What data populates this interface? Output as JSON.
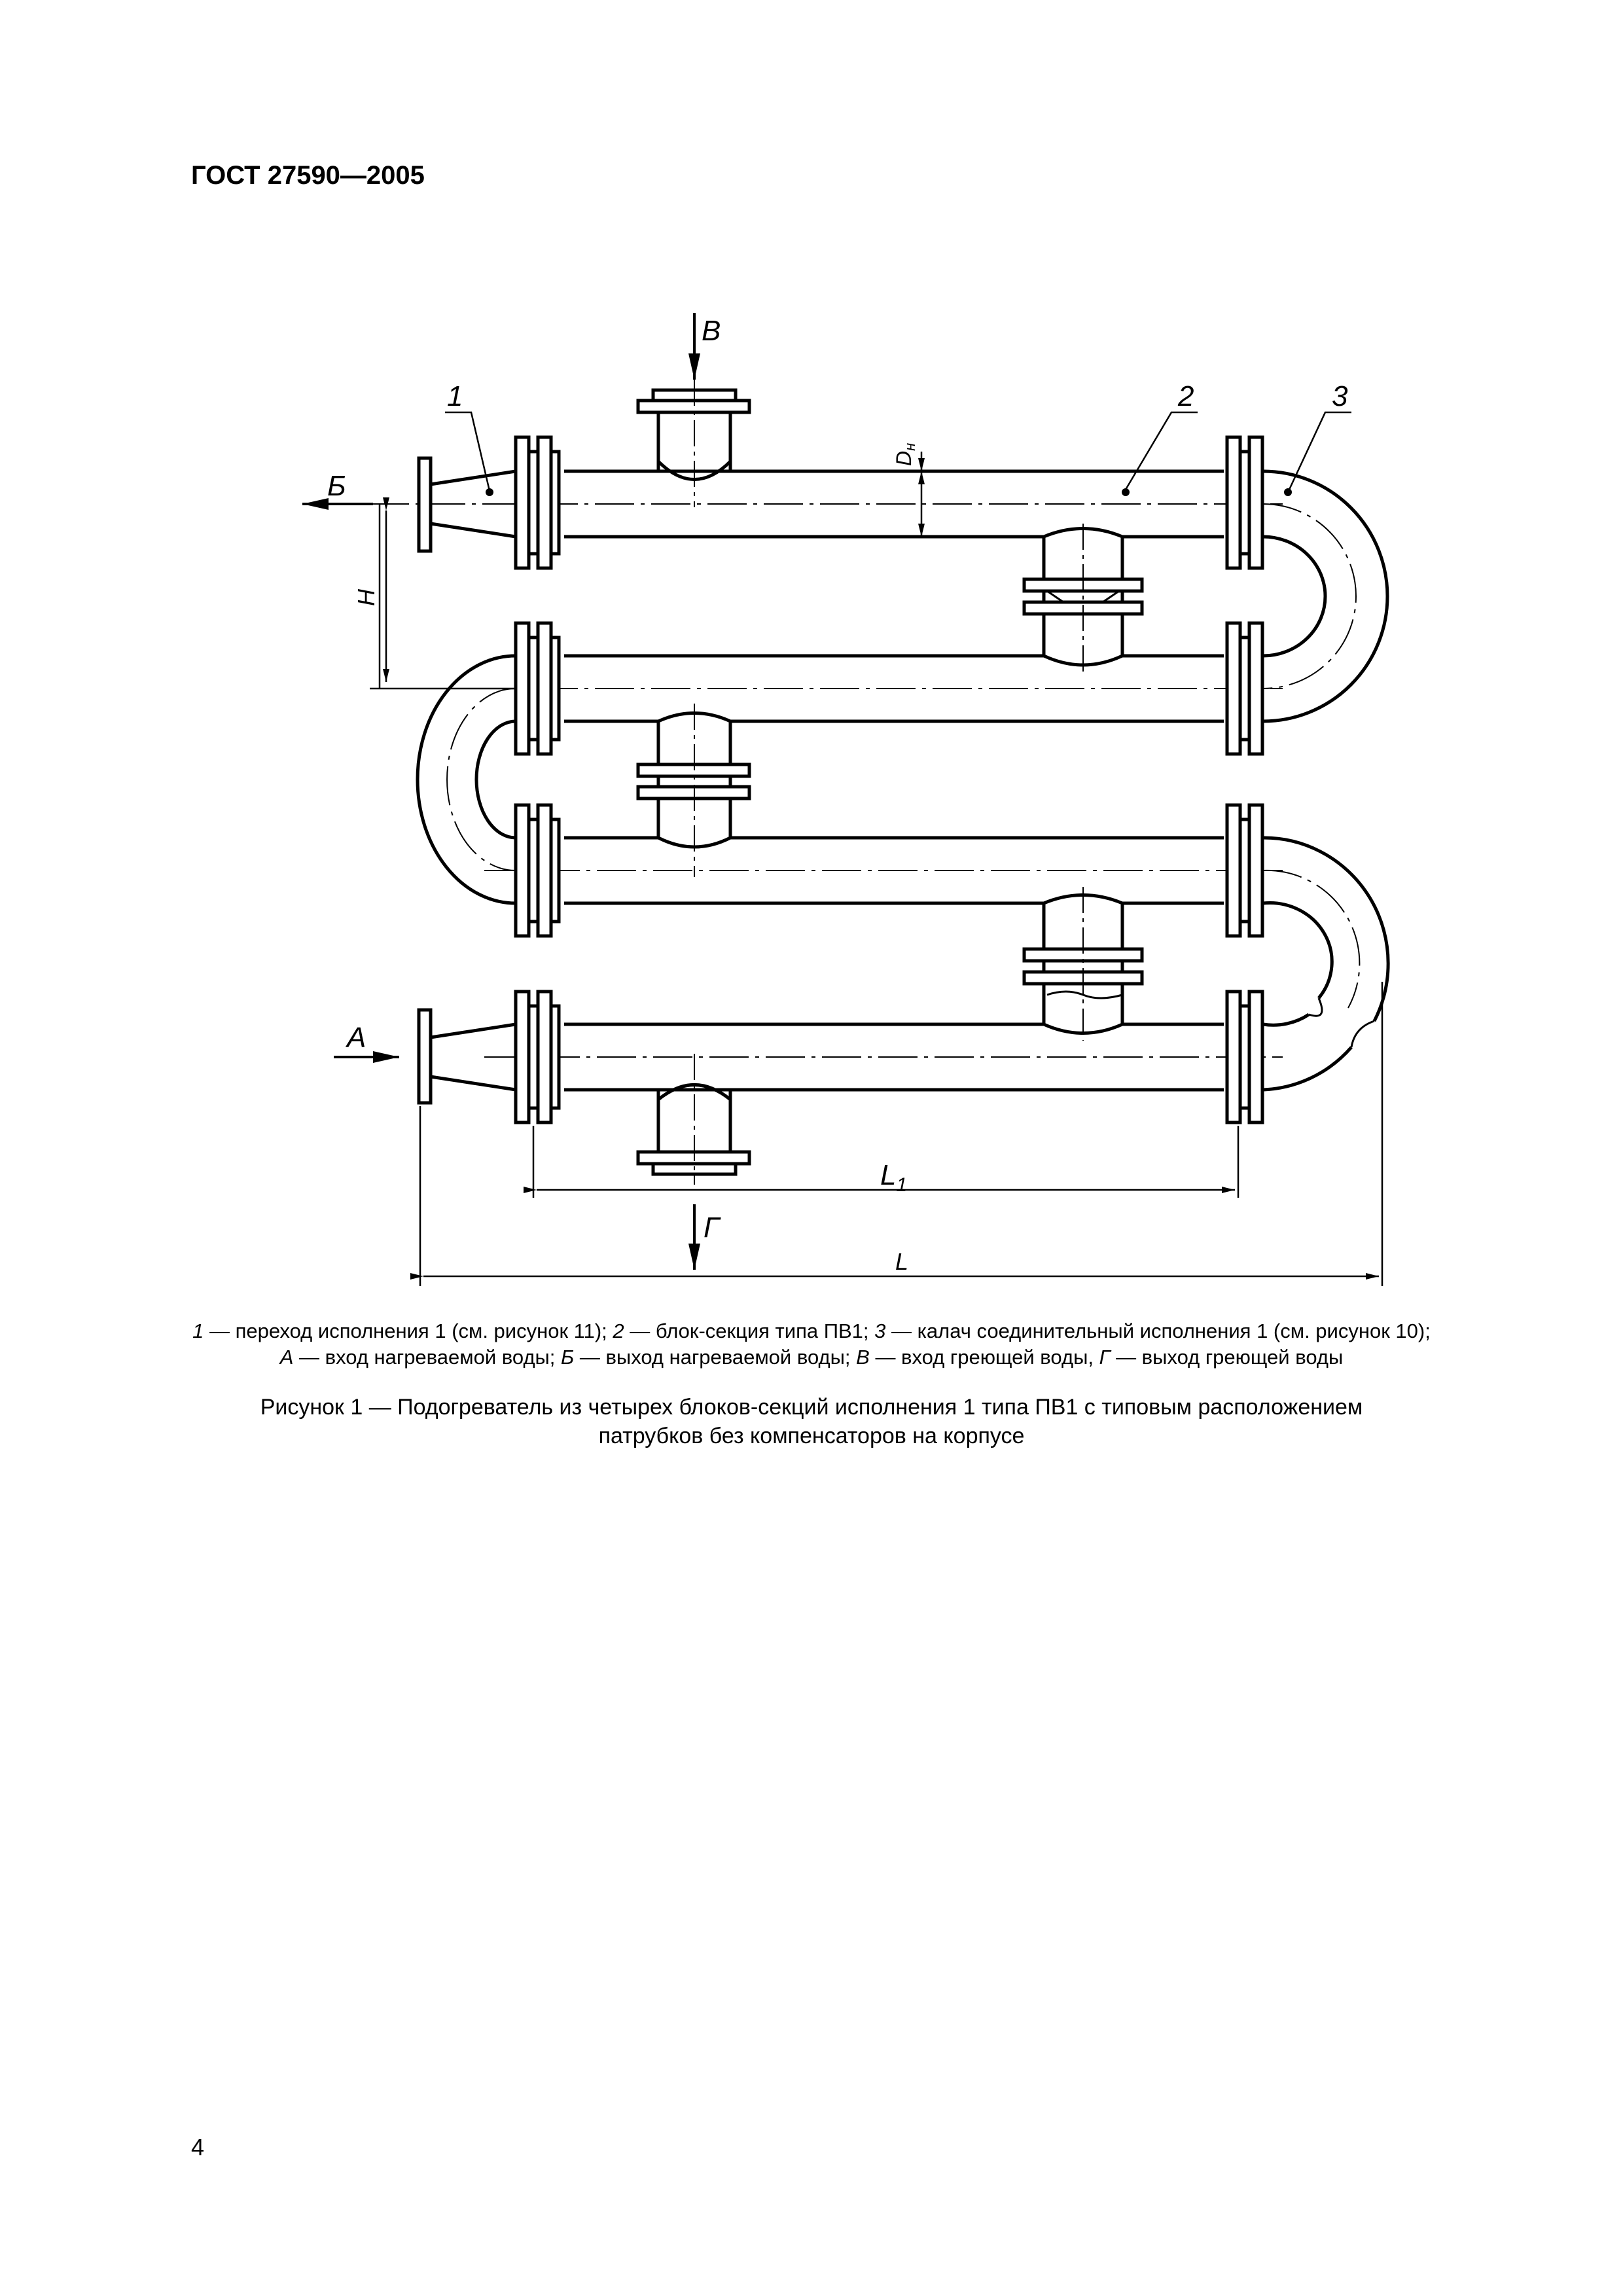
{
  "header": {
    "doc_number": "ГОСТ 27590—2005"
  },
  "drawing": {
    "labels": {
      "leader_1": "1",
      "leader_2": "2",
      "leader_3": "3",
      "flow_A": "А",
      "flow_B": "Б",
      "flow_V": "В",
      "flow_G": "Г",
      "dim_H": "H",
      "dim_L": "L",
      "dim_L1": "L",
      "dim_L1_sub": "1",
      "dim_Dn": "D",
      "dim_Dn_sub": "н"
    }
  },
  "legend": {
    "line1": [
      {
        "num": "1",
        "text": " — переход исполнения 1 (см. рисунок 11); "
      },
      {
        "num": "2",
        "text": " — блок-секция типа ПВ1; "
      },
      {
        "num": "3",
        "text": " — калач соединительный исполнения 1 (см. рисунок 10);"
      }
    ],
    "line2": [
      {
        "num": "А",
        "text": " — вход нагреваемой воды; "
      },
      {
        "num": "Б",
        "text": " — выход нагреваемой воды; "
      },
      {
        "num": "В",
        "text": " — вход греющей воды, "
      },
      {
        "num": "Г",
        "text": " — выход греющей воды"
      }
    ]
  },
  "caption": {
    "line1": "Рисунок 1 — Подогреватель из четырех блоков-секций исполнения 1 типа ПВ1 с типовым расположением",
    "line2": "патрубков без компенсаторов на корпусе"
  },
  "page_number": "4"
}
